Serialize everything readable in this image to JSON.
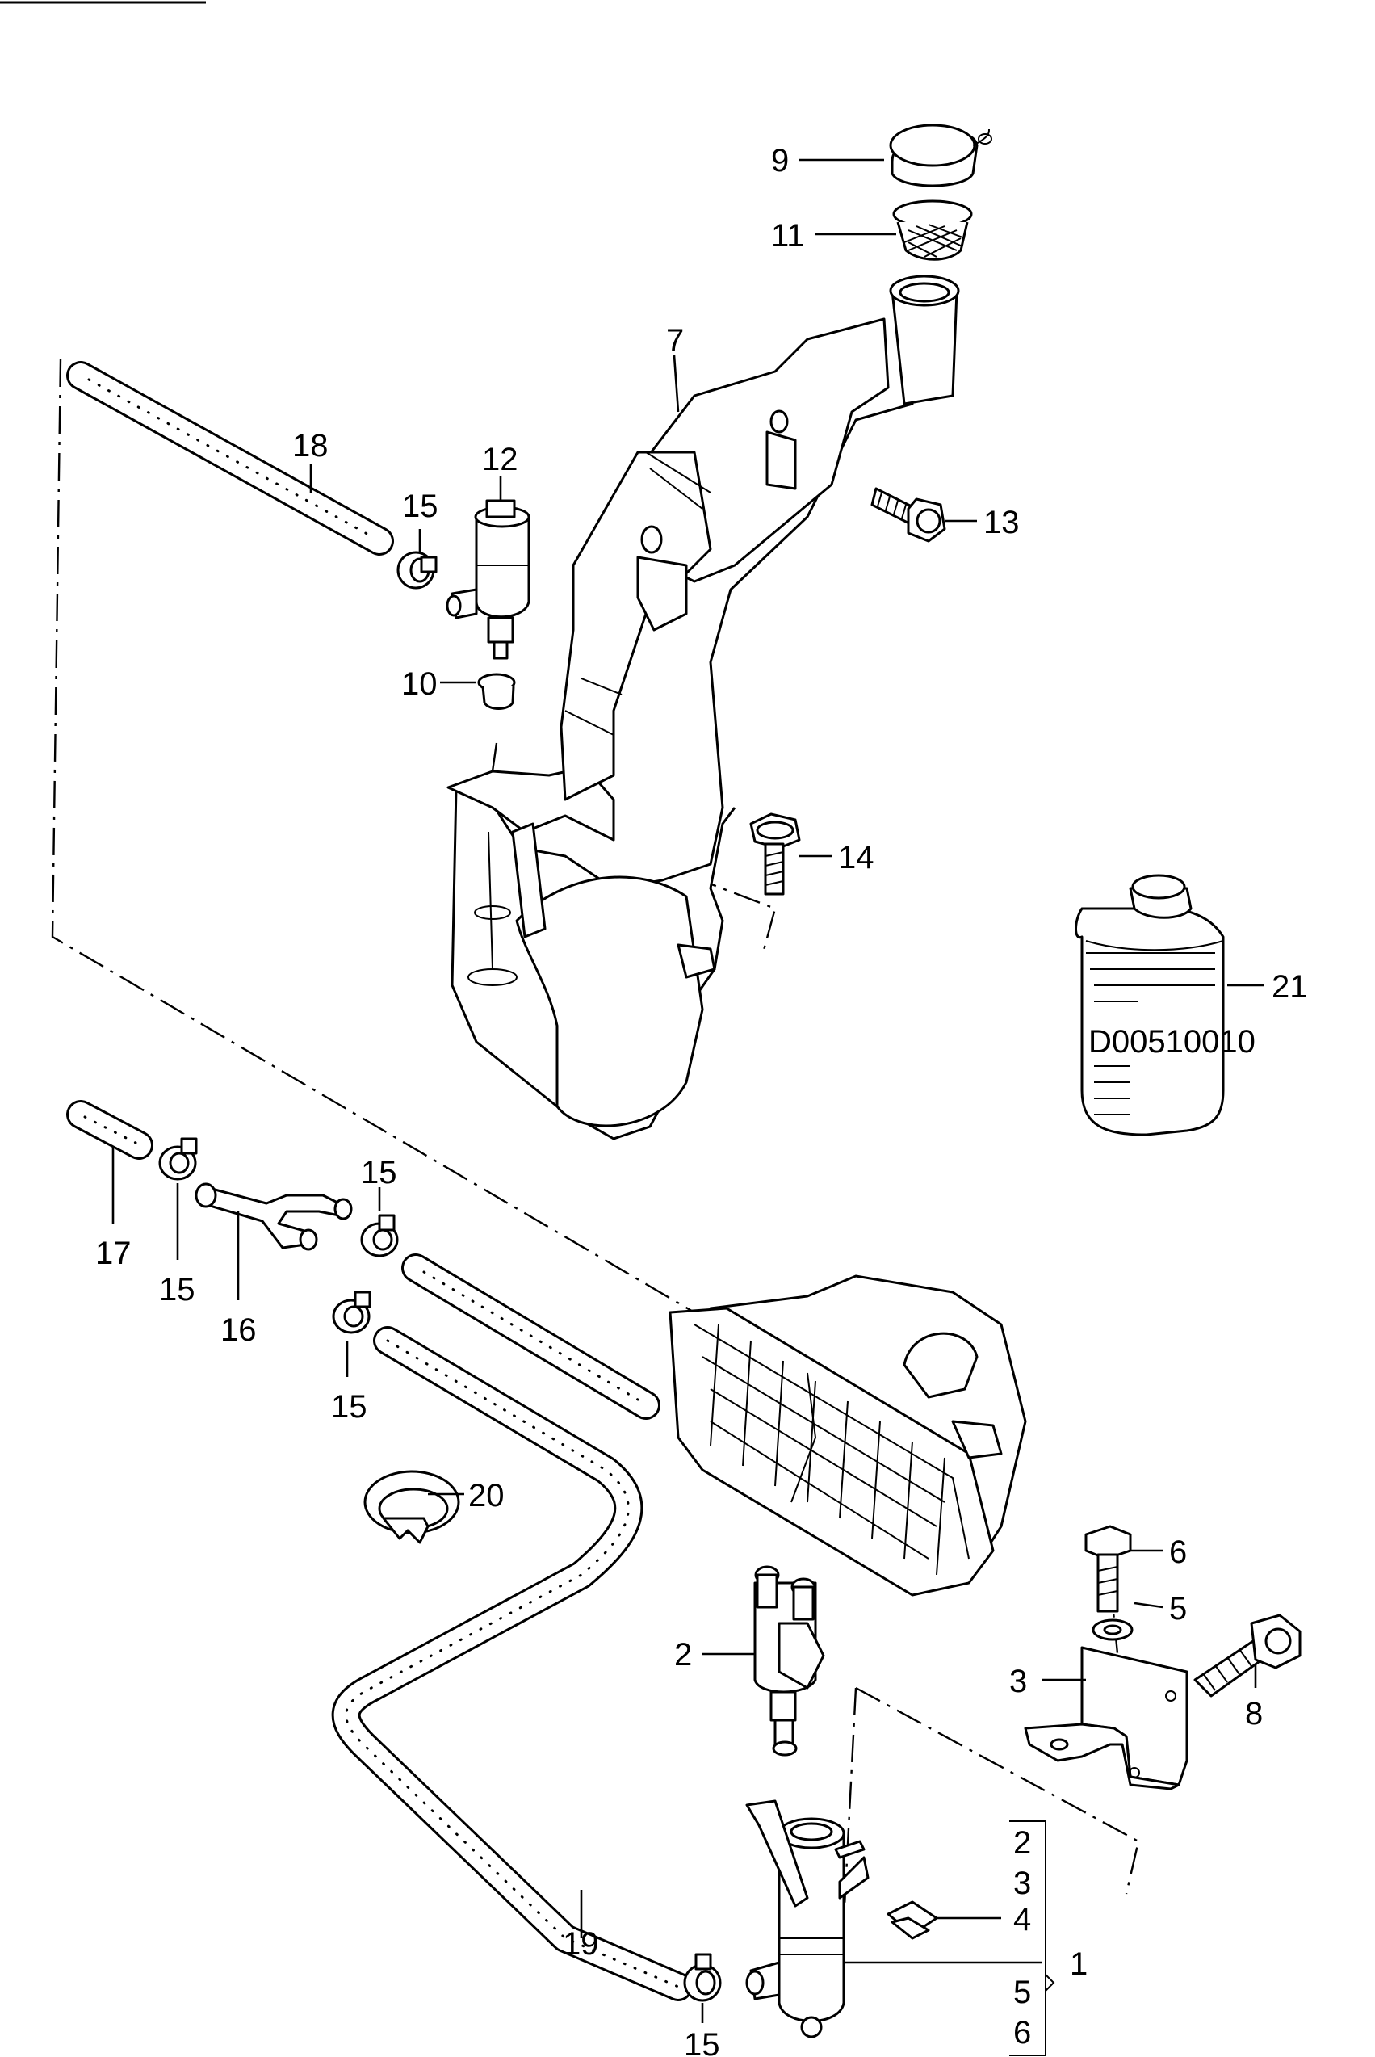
{
  "labels": {
    "p1": "1",
    "p2": "2",
    "p3": "3",
    "p4": "4",
    "p5": "5",
    "p6": "6",
    "p7": "7",
    "p8": "8",
    "p9": "9",
    "p10": "10",
    "p11": "11",
    "p12": "12",
    "p13": "13",
    "p14": "14",
    "p15": "15",
    "p16": "16",
    "p17": "17",
    "p18": "18",
    "p19": "19",
    "p20": "20",
    "p21": "21",
    "bracket_2": "2",
    "bracket_3": "3",
    "bracket_4": "4",
    "bracket_5": "5",
    "bracket_6": "6"
  },
  "bottle_text": "D00510010"
}
